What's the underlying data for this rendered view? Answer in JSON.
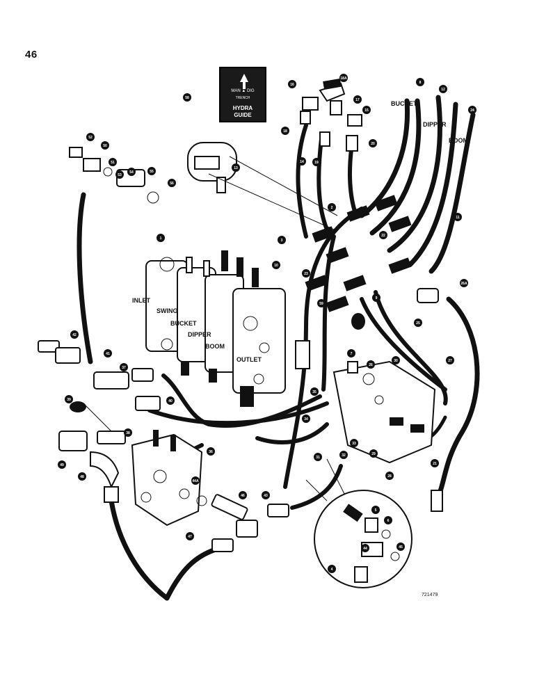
{
  "page": {
    "number": "46",
    "figure_id": "721479"
  },
  "logo": {
    "line1": "MAN ▲ DIG",
    "line2": "TRENCH",
    "line3": "HYDRA",
    "line4": "GUIDE"
  },
  "port_labels": {
    "inlet": "INLET",
    "swing": "SWING",
    "bucket": "BUCKET",
    "dipper": "DIPPER",
    "boom": "BOOM",
    "outlet": "OUTLET"
  },
  "hose_labels": {
    "bucket": "BUCKET",
    "dipper": "DIPPER",
    "boom": "BOOM"
  },
  "callouts": [
    "1",
    "2",
    "3",
    "4",
    "5",
    "6",
    "7",
    "8",
    "9",
    "10",
    "11",
    "12",
    "13",
    "14",
    "15",
    "16",
    "17",
    "18",
    "19",
    "20",
    "21",
    "22",
    "23",
    "24",
    "25",
    "26",
    "27",
    "28",
    "29",
    "30",
    "31",
    "32",
    "33",
    "34",
    "35",
    "36",
    "37",
    "38",
    "39",
    "40",
    "41",
    "42",
    "43",
    "44",
    "45",
    "46",
    "47",
    "48",
    "49",
    "50",
    "51",
    "52",
    "53",
    "54",
    "55",
    "56",
    "58",
    "59",
    "18A",
    "26A",
    "44A"
  ]
}
